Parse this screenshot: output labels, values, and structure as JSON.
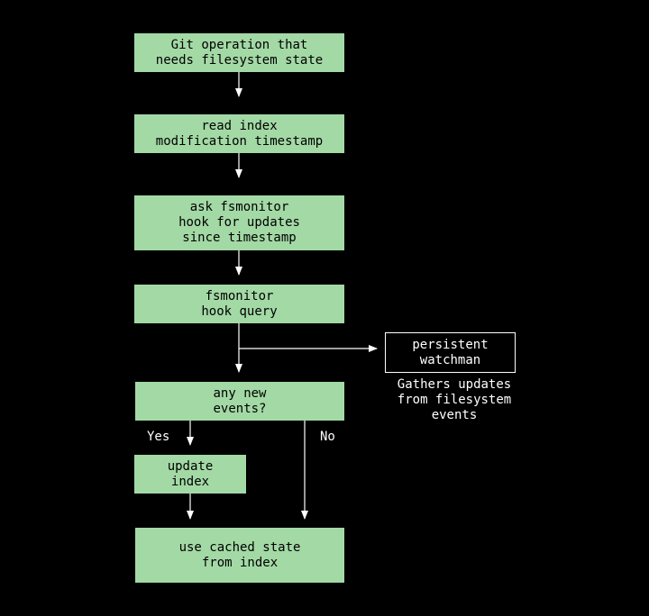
{
  "nodes": {
    "git_operation": [
      "Git operation that",
      "needs filesystem state"
    ],
    "read_index": [
      "read index",
      "modification timestamp"
    ],
    "ask_fsmonitor": [
      "ask fsmonitor",
      "hook for updates",
      "since timestamp"
    ],
    "hook_query": [
      "fsmonitor",
      "hook query"
    ],
    "any_new_events": [
      "any new",
      "events?"
    ],
    "update_index": [
      "update",
      "index"
    ],
    "use_cached": [
      "use cached state",
      "from index"
    ],
    "watchman": [
      "persistent",
      "watchman"
    ]
  },
  "watchman_note": [
    "Gathers updates",
    "from filesystem",
    "events"
  ],
  "edge_labels": {
    "yes": "Yes",
    "no": "No"
  },
  "colors": {
    "node_fill": "#a3d9a5",
    "background": "#000000",
    "line": "#ffffff"
  }
}
